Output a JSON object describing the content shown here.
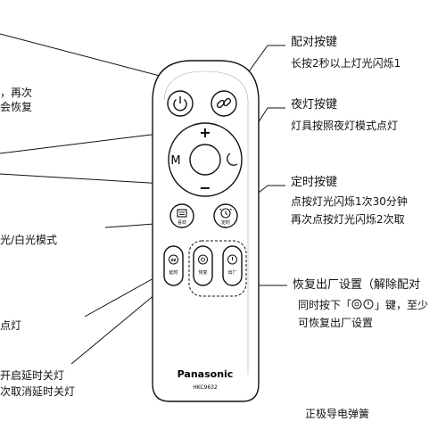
{
  "annotations": {
    "pairing_key_title": "配对按键",
    "pairing_key_desc": "长按2秒以上灯光闪烁1",
    "night_light_title": "夜灯按键",
    "night_light_desc": "灯具按照夜灯模式点灯",
    "timer_title": "定时按键",
    "timer_desc_1": "点按灯光闪烁1次30分钟",
    "timer_desc_2": "再次点按灯光闪烁2次取",
    "reset_title": "恢复出厂设置（解除配对",
    "reset_desc_1_pre": "同时按下「",
    "reset_desc_1_post": "」键，至少",
    "reset_desc_2": "可恢复出厂设置",
    "spring_label": "正极导电弹簧",
    "left_frag_1": "，再次",
    "left_frag_2": "会恢复",
    "left_frag_3": "光/白光模式",
    "left_frag_4": "点灯",
    "left_frag_5": "开启延时关灯",
    "left_frag_6": "次取消延时关灯"
  },
  "remote": {
    "brand": "Panasonic",
    "model": "HKC9632",
    "plus_label": "+",
    "minus_label": "−",
    "m_label": "M",
    "favorite_label": "喜欢",
    "timer_btn_label": "定时",
    "sleep_label": "延时",
    "reset_label": "恢复",
    "factory_label": "出厂"
  }
}
